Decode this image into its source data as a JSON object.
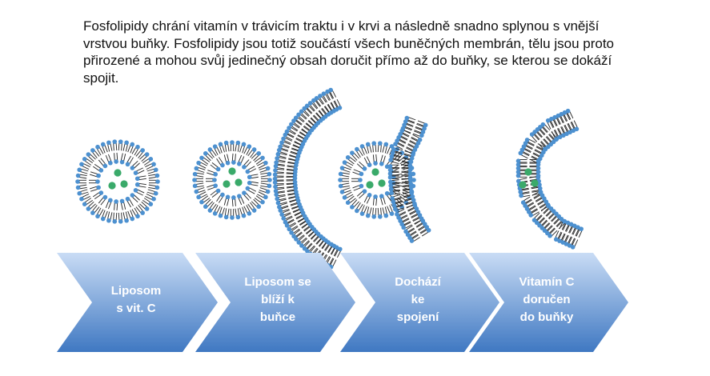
{
  "description": "Fosfolipidy chrání vitamín v trávicím traktu i v krvi a následně snadno splynou s vnější vrstvou buňky. Fosfolipidy jsou totiž součástí všech buněčných membrán, tělu jsou proto přirozené a mohou svůj jedinečný obsah doručit  přímo až do buňky, se kterou se dokáží spojit.",
  "steps": [
    {
      "label": "Liposom\ns vit. C"
    },
    {
      "label": "Liposom se\nblíží k\nbuňce"
    },
    {
      "label": "Dochází\nke\nspojení"
    },
    {
      "label": "Vitamín C\ndoručen\ndo buňky"
    }
  ],
  "colors": {
    "lipid_head": "#4d91d0",
    "lipid_tail": "#222222",
    "vitamin_dot": "#3aaa6a",
    "chevron_top": "#c9dcf5",
    "chevron_bottom": "#3f78c2"
  }
}
